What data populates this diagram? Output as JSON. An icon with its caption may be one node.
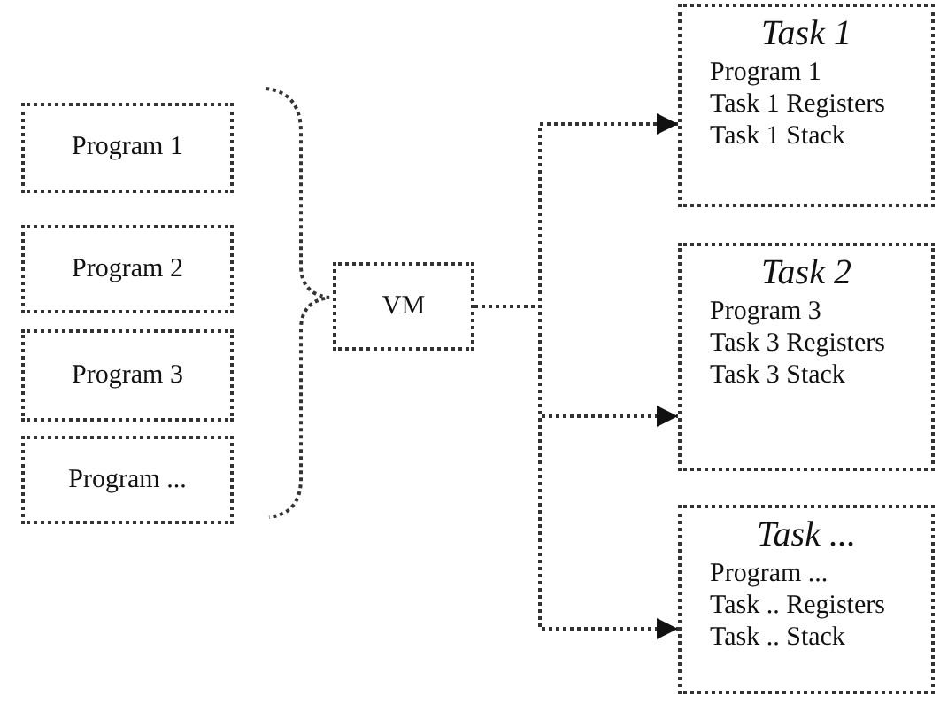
{
  "diagram": {
    "nodes": [
      {
        "text": [
          "Program 1"
        ]
      },
      {
        "text": [
          "Program 2"
        ]
      },
      {
        "text": [
          "Program 3"
        ]
      },
      {
        "text": [
          "Program ..."
        ]
      },
      {
        "text": [
          "VM"
        ]
      },
      {
        "text": [
          "Task 1",
          "Program 1",
          "Task 1 Registers",
          "Task 1 Stack"
        ]
      },
      {
        "text": [
          "Task 2",
          "Program 3",
          "Task 3 Registers",
          "Task 3 Stack"
        ]
      },
      {
        "text": [
          "Task ...",
          "Program ...",
          "Task .. Registers",
          "Task .. Stack"
        ]
      }
    ],
    "edges": [
      {
        "from": 4,
        "to": 5,
        "arrow": "to"
      },
      {
        "from": 4,
        "to": 6,
        "arrow": "to"
      },
      {
        "from": 4,
        "to": 7,
        "arrow": "to"
      }
    ]
  }
}
